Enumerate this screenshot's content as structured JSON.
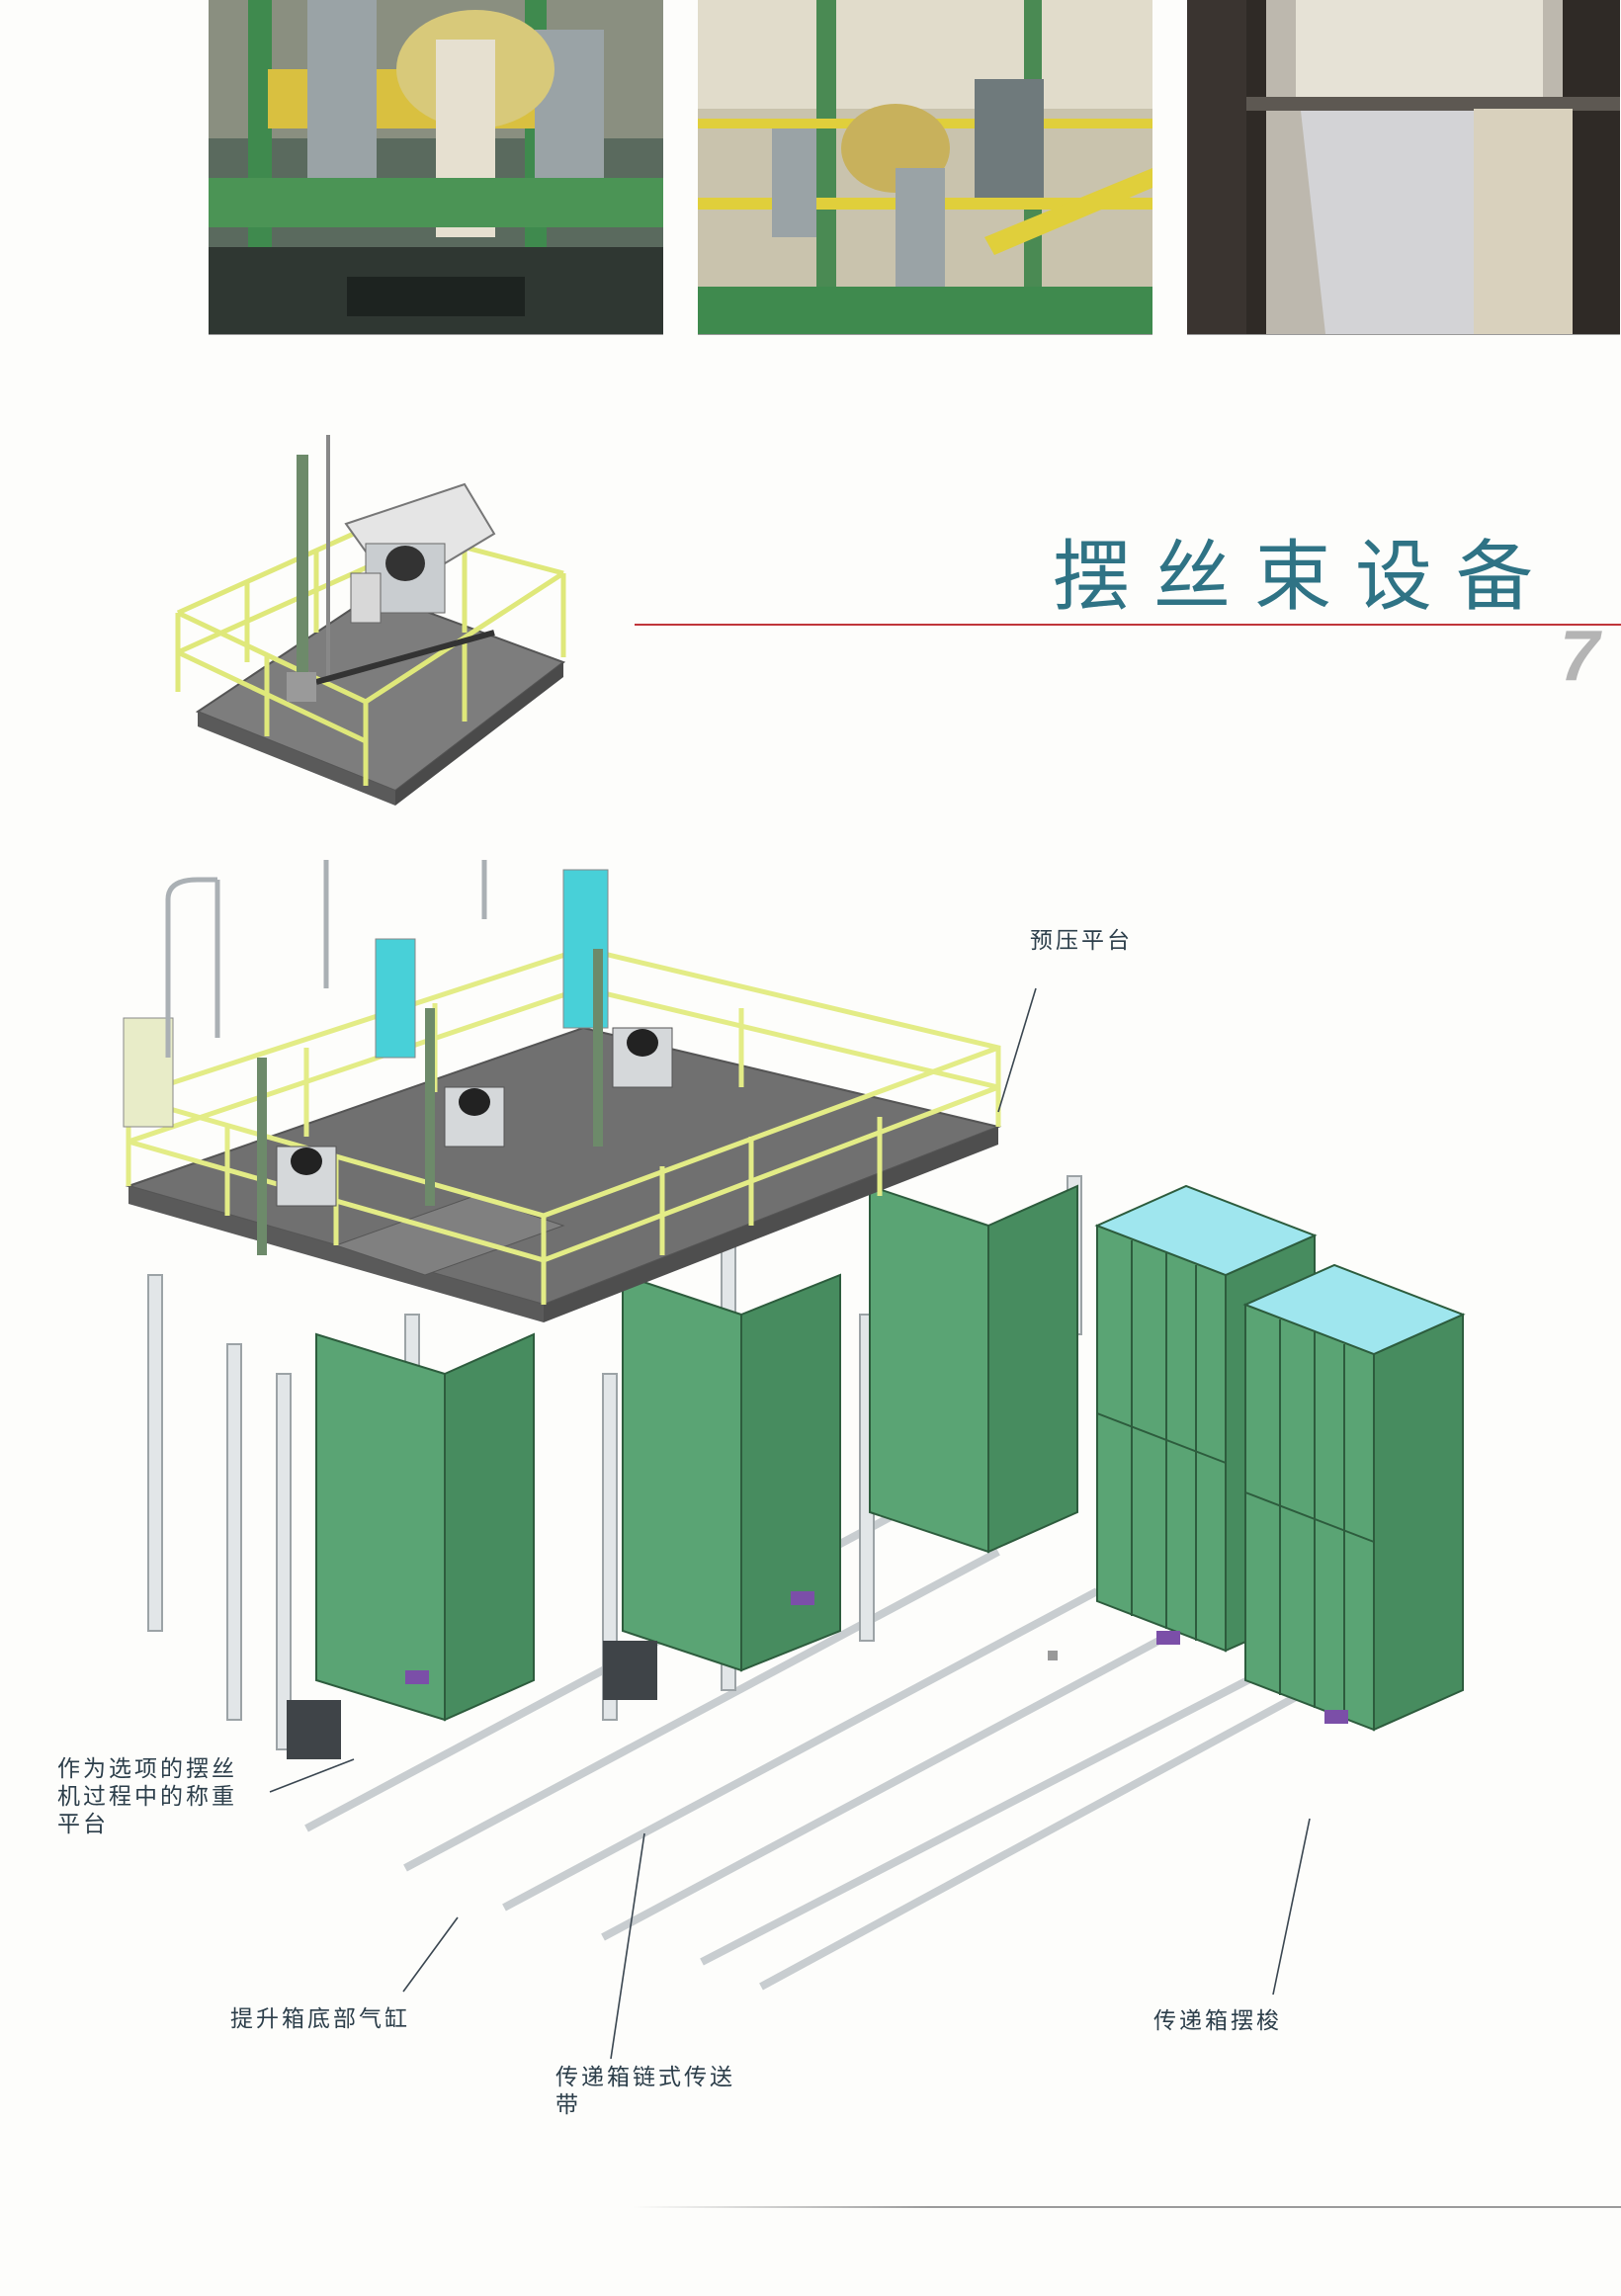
{
  "page": {
    "title": "摆丝束设备",
    "page_number": "7"
  },
  "photos": [
    {
      "id": "photo-1",
      "icon": "photo-winder-machinery"
    },
    {
      "id": "photo-2",
      "icon": "photo-swing-device-yellow-rails"
    },
    {
      "id": "photo-3",
      "icon": "photo-tow-in-box"
    }
  ],
  "callouts": {
    "prepress_platform": "预压平台",
    "weighing_line1": "作为选项的摆丝",
    "weighing_line2": "机过程中的称重",
    "weighing_line3": "平台",
    "lift_cylinder": "提升箱底部气缸",
    "chain_conveyor_line1": "传递箱链式传送",
    "chain_conveyor_line2": "带",
    "box_swing": "传递箱摆梭"
  },
  "colors": {
    "title": "#2f7385",
    "title_rule": "#c0353a",
    "railing": "#e3ec86",
    "box_green": "#5aa474",
    "box_top": "#9fe6ee",
    "frame": "#d2d6d8"
  }
}
